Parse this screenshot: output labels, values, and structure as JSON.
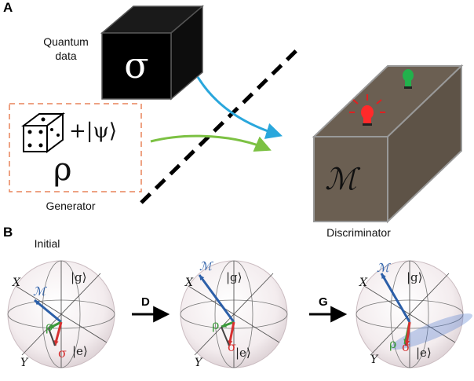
{
  "panels": {
    "a": "A",
    "b": "B"
  },
  "quantum_data": {
    "line1": "Quantum",
    "line2": "data",
    "symbol": "σ"
  },
  "generator": {
    "label": "Generator",
    "state": "+|ψ⟩",
    "rho": "ρ"
  },
  "discriminator": {
    "label": "Discriminator",
    "symbol": "ℳ"
  },
  "bloch": {
    "initial_label": "Initial",
    "step_d": "D",
    "step_g": "G",
    "x_axis": "X",
    "y_axis": "Y",
    "ket_g": "|g⟩",
    "ket_e": "|e⟩",
    "m": "ℳ",
    "rho": "ρ",
    "sigma": "σ"
  },
  "colors": {
    "blue": "#2c5fa8",
    "green": "#3b9a3b",
    "red": "#d63030",
    "cyan_arrow": "#2aa7dc",
    "green_arrow": "#7cc143",
    "box_brown": "#6b5f52",
    "dash_orange": "#e8845a"
  },
  "icons": {
    "dice": "dice-icon",
    "red_bulb": "red-bulb-icon",
    "green_bulb": "green-bulb-icon"
  }
}
